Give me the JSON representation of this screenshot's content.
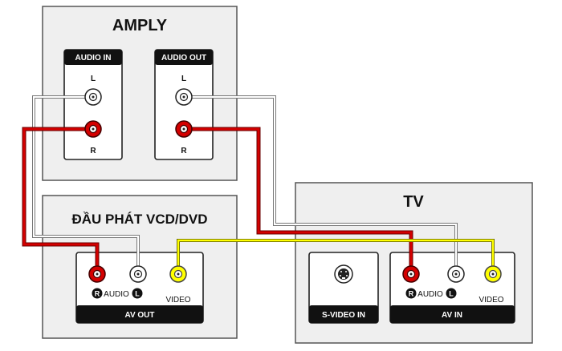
{
  "amply": {
    "title": "AMPLY",
    "audio_in": {
      "header": "AUDIO IN",
      "left_label": "L",
      "right_label": "R"
    },
    "audio_out": {
      "header": "AUDIO OUT",
      "left_label": "L",
      "right_label": "R"
    }
  },
  "player": {
    "title": "ĐẦU PHÁT VCD/DVD",
    "av_out": {
      "footer": "AV OUT",
      "audio_label": "AUDIO",
      "video_label": "VIDEO",
      "r_badge": "R",
      "l_badge": "L"
    }
  },
  "tv": {
    "title": "TV",
    "s_video_in": {
      "footer": "S-VIDEO IN"
    },
    "av_in": {
      "footer": "AV IN",
      "audio_label": "AUDIO",
      "video_label": "VIDEO",
      "r_badge": "R",
      "l_badge": "L"
    }
  },
  "colors": {
    "red_cable": "#d40000",
    "white_cable": "#ffffff",
    "yellow_cable": "#ffff00",
    "device_fill": "#efefef"
  }
}
